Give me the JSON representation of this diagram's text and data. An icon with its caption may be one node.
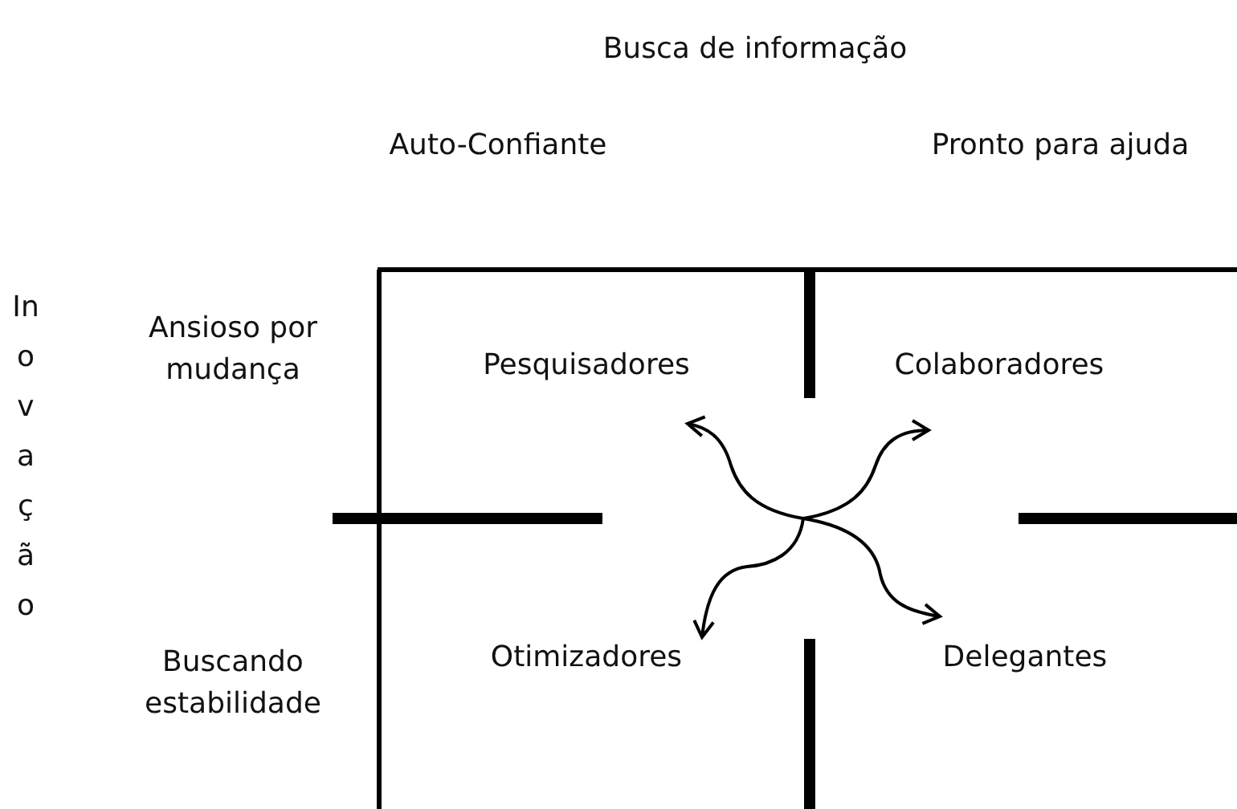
{
  "diagram": {
    "nodes": [
      {
        "text": [
          "Pesquisadores"
        ]
      },
      {
        "text": [
          "Colaboradores"
        ]
      },
      {
        "text": [
          "Otimizadores"
        ]
      },
      {
        "text": [
          "Delegantes"
        ]
      }
    ],
    "edges": [
      {
        "from": null,
        "to": 0,
        "arrow": "to"
      },
      {
        "from": null,
        "to": 1,
        "arrow": "to"
      },
      {
        "from": null,
        "to": 2,
        "arrow": "to"
      },
      {
        "from": null,
        "to": 3,
        "arrow": "to"
      }
    ],
    "labels": [
      "Busca de informação",
      "Auto-Confiante",
      "Pronto para ajuda",
      "Inovação",
      "Ansioso por mudança",
      "Buscando estabilidade"
    ]
  }
}
